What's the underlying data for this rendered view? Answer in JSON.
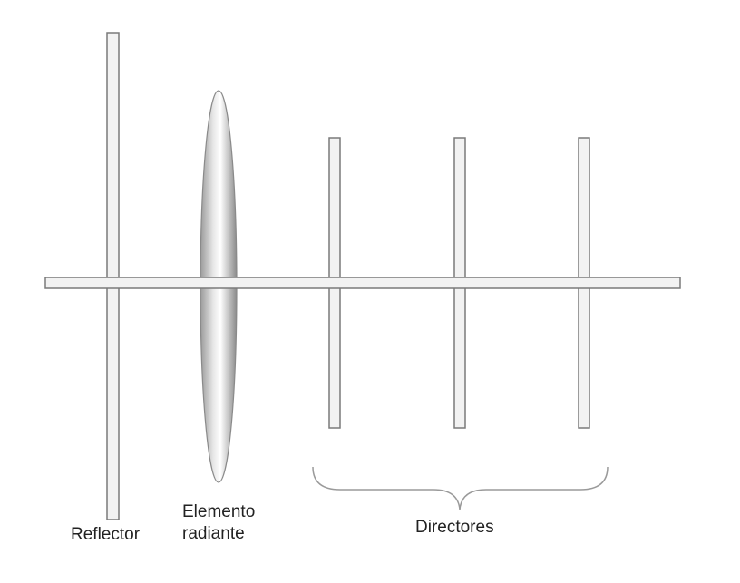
{
  "labels": {
    "reflector": "Reflector",
    "radiator_line1": "Elemento",
    "radiator_line2": "radiante",
    "directors": "Directores"
  },
  "colors": {
    "rod_fill": "#f2f2f2",
    "rod_stroke": "#7a7a7a",
    "text": "#222222"
  }
}
